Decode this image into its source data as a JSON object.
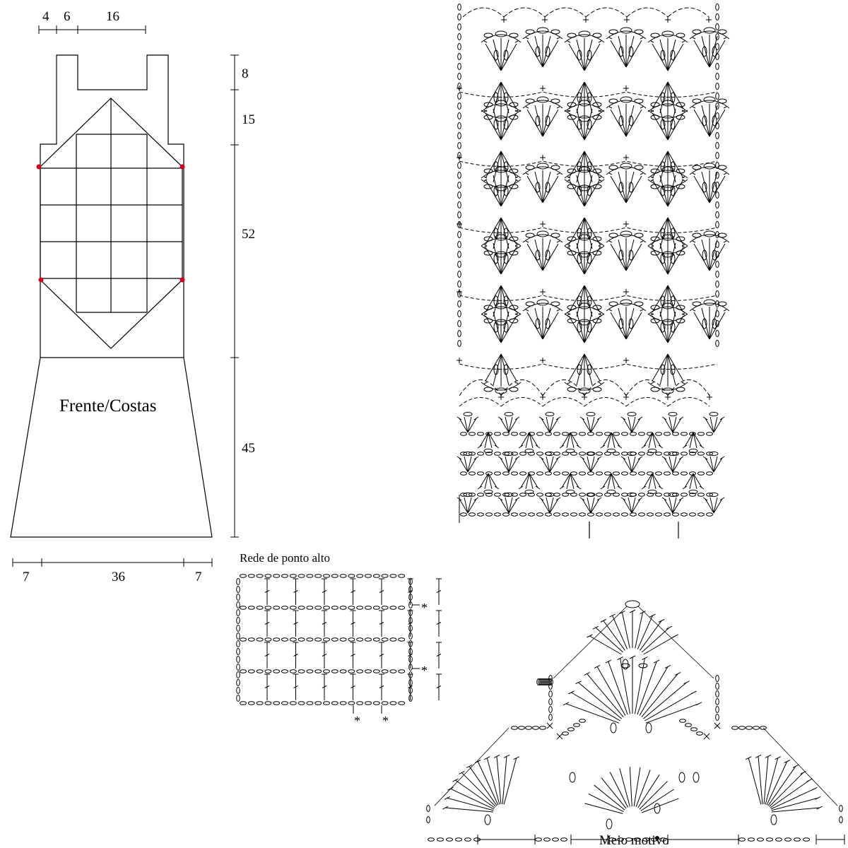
{
  "schematic": {
    "top_dims": [
      "4",
      "6",
      "16"
    ],
    "right_dims": [
      "8",
      "15",
      "52",
      "45"
    ],
    "bottom_dims": [
      "7",
      "36",
      "7"
    ],
    "piece_label": "Frente/Costas"
  },
  "mesh_chart": {
    "title": "Rede de ponto alto",
    "markers": [
      "*",
      "*",
      "*",
      "*"
    ]
  },
  "motif_chart": {
    "title": "Meio motivo"
  },
  "colors": {
    "line": "#000000",
    "marker_dot": "#d0021b"
  }
}
